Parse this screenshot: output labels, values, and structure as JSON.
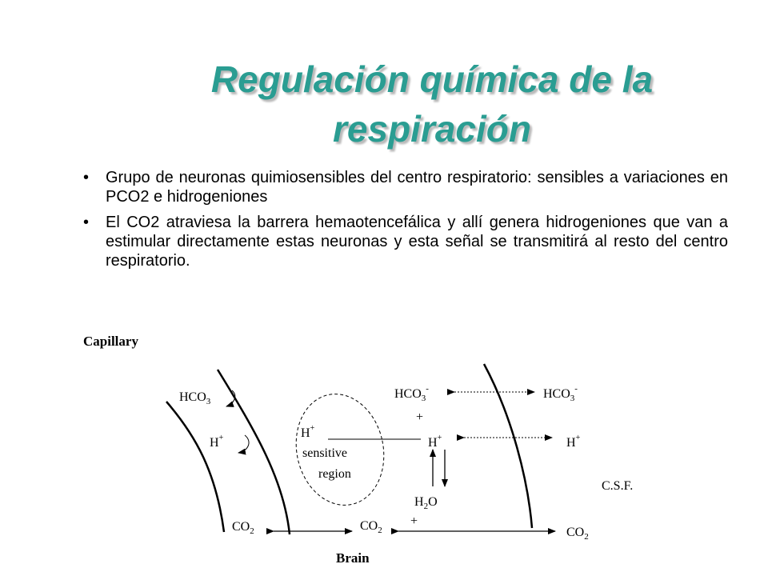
{
  "slide": {
    "title_line1": "Regulación  química de la",
    "title_line2": "respiración",
    "bullets": [
      "Grupo de neuronas quimiosensibles del centro respiratorio: sensibles a variaciones en PCO2 e hidrogeniones",
      "El CO2 atraviesa la barrera hemaotencefálica y allí genera hidrogeniones que van a estimular directamente estas neuronas y esta señal se transmitirá al resto del centro respiratorio."
    ],
    "bullet_symbol": "•"
  },
  "diagram": {
    "capillary": "Capillary",
    "brain": "Brain",
    "csf": "C.S.F.",
    "hco3": "HCO",
    "sub3": "3",
    "minus": "-",
    "h": "H",
    "plus_sup": "+",
    "plus": "+",
    "co": "CO",
    "sub2": "2",
    "h2o_h": "H",
    "h2o_o": "O",
    "sensitive": "sensitive",
    "region": "region"
  }
}
